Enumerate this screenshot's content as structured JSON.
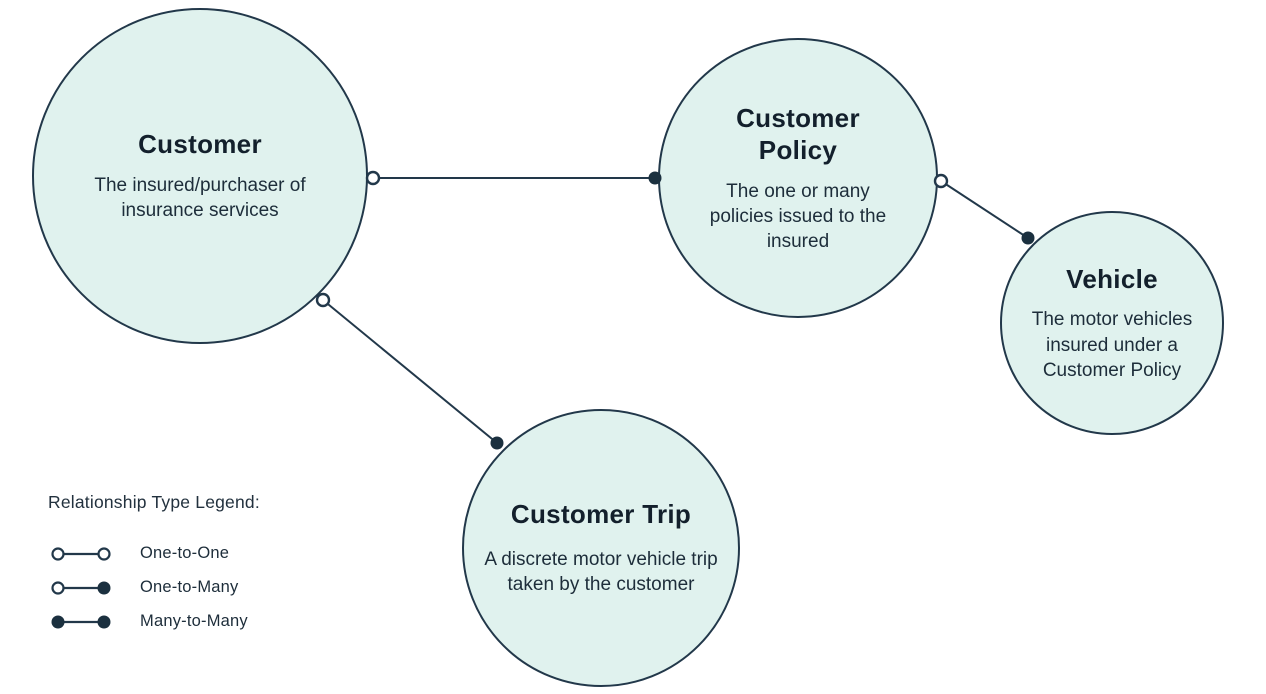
{
  "diagram": {
    "nodes": [
      {
        "id": "customer",
        "title": "Customer",
        "description": "The insured/purchaser of insurance services"
      },
      {
        "id": "customer-policy",
        "title": "Customer Policy",
        "description": "The one or many policies issued to the insured"
      },
      {
        "id": "vehicle",
        "title": "Vehicle",
        "description": "The motor vehicles insured under a Customer Policy"
      },
      {
        "id": "customer-trip",
        "title": "Customer Trip",
        "description": "A discrete motor vehicle trip taken by the customer"
      }
    ],
    "connections": [
      {
        "from": "Customer",
        "to": "Customer Policy",
        "type": "One-to-Many"
      },
      {
        "from": "Customer",
        "to": "Customer Trip",
        "type": "One-to-Many"
      },
      {
        "from": "Customer Policy",
        "to": "Vehicle",
        "type": "One-to-Many"
      }
    ]
  },
  "legend": {
    "title": "Relationship Type Legend:",
    "items": [
      {
        "label": "One-to-One",
        "start": "open",
        "end": "open"
      },
      {
        "label": "One-to-Many",
        "start": "open",
        "end": "filled"
      },
      {
        "label": "Many-to-Many",
        "start": "filled",
        "end": "filled"
      }
    ]
  },
  "colors": {
    "node_fill": "#e0f2ee",
    "node_stroke": "#22384a",
    "connector_line": "#22384a",
    "filled_endpoint": "#1b303f",
    "open_endpoint_fill": "#ffffff",
    "title_text": "#13202c",
    "body_text": "#1d2d3a",
    "background": "#ffffff"
  }
}
